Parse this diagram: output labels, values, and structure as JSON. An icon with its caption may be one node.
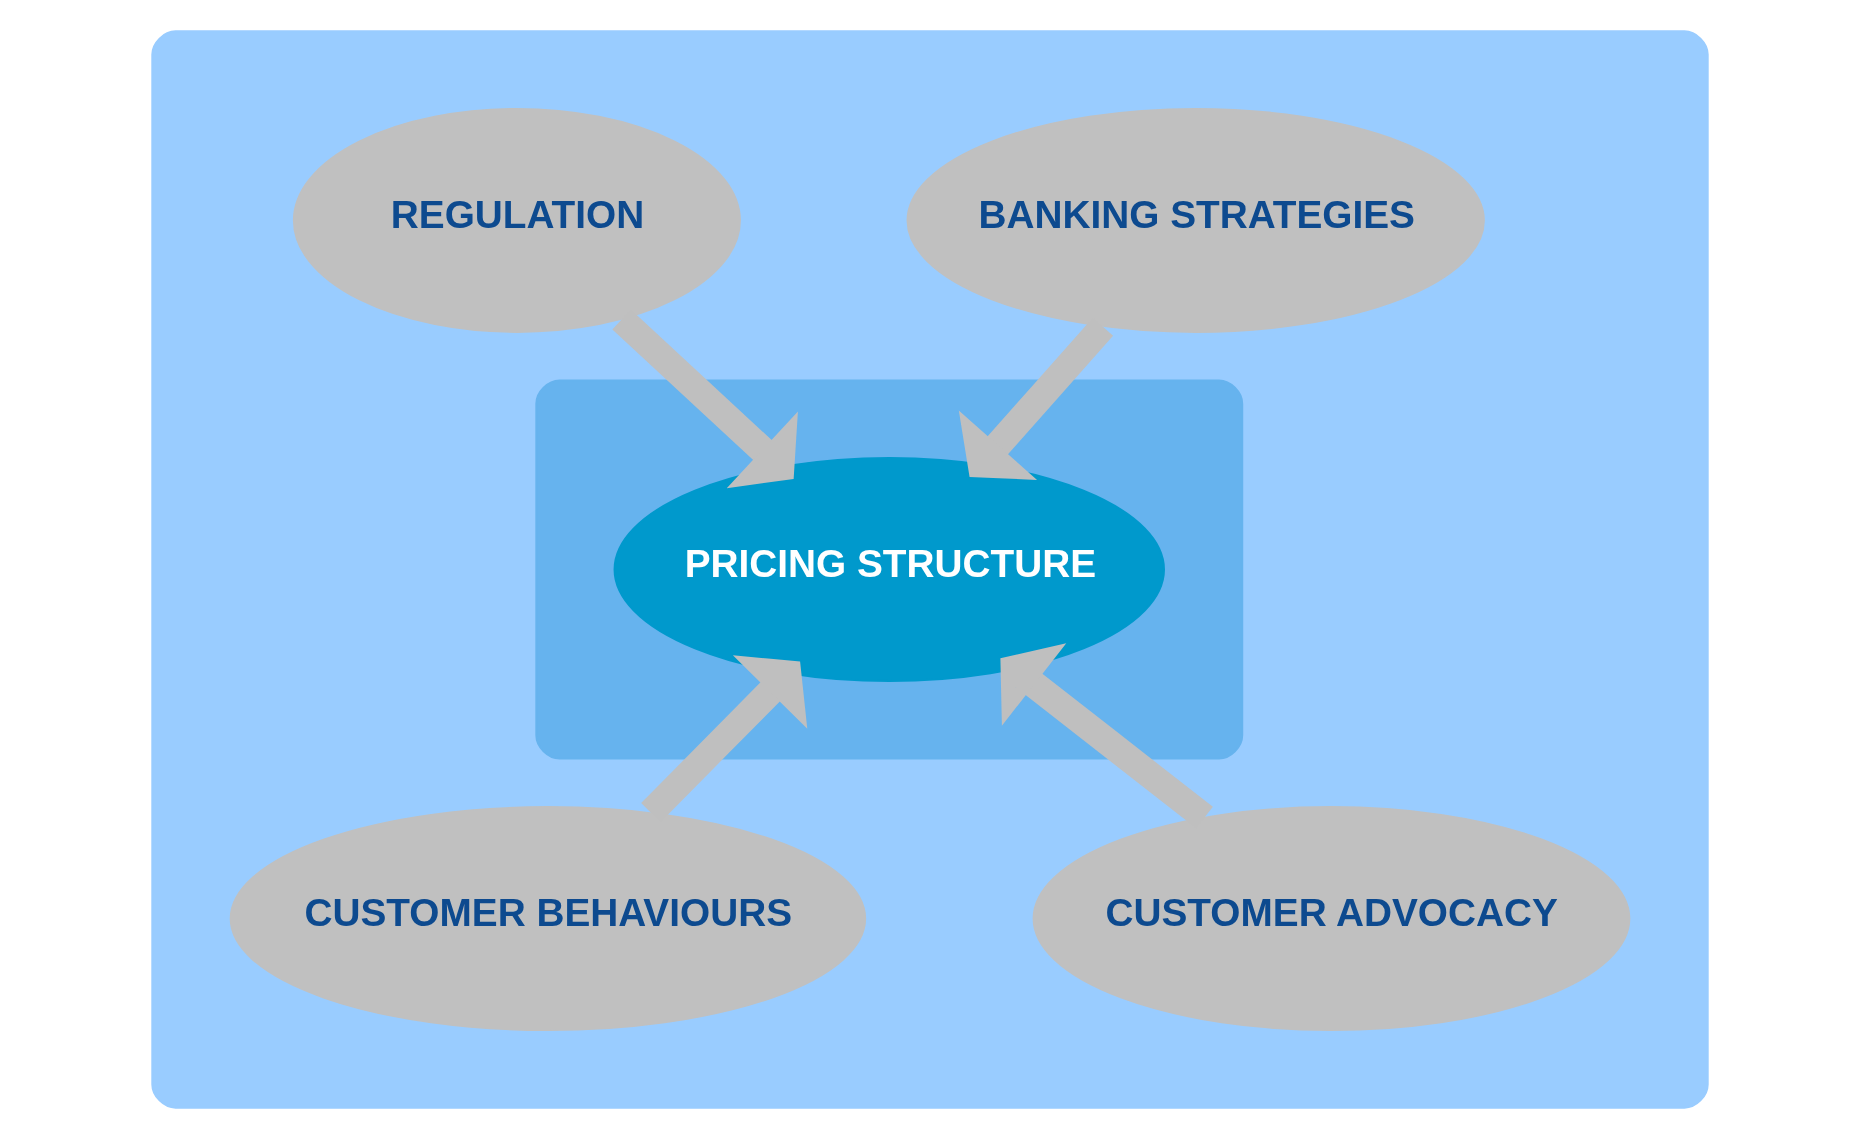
{
  "diagram": {
    "nodes": [
      {
        "text": [],
        "shape": "ellipse"
      },
      {
        "text": [],
        "shape": "ellipse",
        "in": 0
      },
      {
        "text": [
          "BANKING STRATEGIES"
        ],
        "in": 0
      },
      {
        "text": [
          "REGULATION"
        ],
        "in": 0
      },
      {
        "text": [
          "PRICING STRUCTURE"
        ],
        "in": 1
      },
      {
        "text": [
          "CUSTOMER BEHAVIOURS"
        ],
        "in": 0
      },
      {
        "text": [
          "CUSTOMER ADVOCACY"
        ],
        "in": 0
      }
    ],
    "edges": [
      {
        "from": 2,
        "to": 4,
        "arrow": "to"
      },
      {
        "from": 3,
        "to": 4,
        "arrow": "to"
      },
      {
        "from": 5,
        "to": 4,
        "arrow": "to"
      },
      {
        "from": 6,
        "to": 4,
        "arrow": "to"
      }
    ]
  }
}
